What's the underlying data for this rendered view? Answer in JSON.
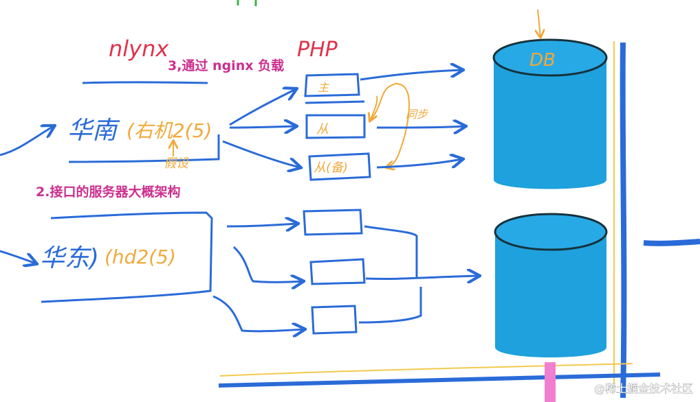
{
  "labels": {
    "nginx": "nlynx",
    "php": "PHP",
    "db": "DB",
    "step3": "3,通过 nginx 负载",
    "step2": "2.接口的服务器大概架构",
    "region_south": "华南",
    "region_south_note": "(右机2(5)",
    "assumed": "假设",
    "region_east": "华东)",
    "region_east_note": "(hd2(5)",
    "php_master": "主",
    "php_slave": "从",
    "php_slave_sub": "从(备)",
    "sync": "同步",
    "watermark": "@稀土掘金技术社区"
  },
  "colors": {
    "blue_ink": "#2a6bd8",
    "red_ink": "#e0324b",
    "pink_ink": "#cc2f8e",
    "orange_ink": "#f0a93a",
    "db_fill": "#1ea1dc",
    "db_top": "#27a9e6",
    "yellow_line": "#f2c94c",
    "pink_post": "#f17fd0",
    "green_ink": "#3ab54a"
  }
}
